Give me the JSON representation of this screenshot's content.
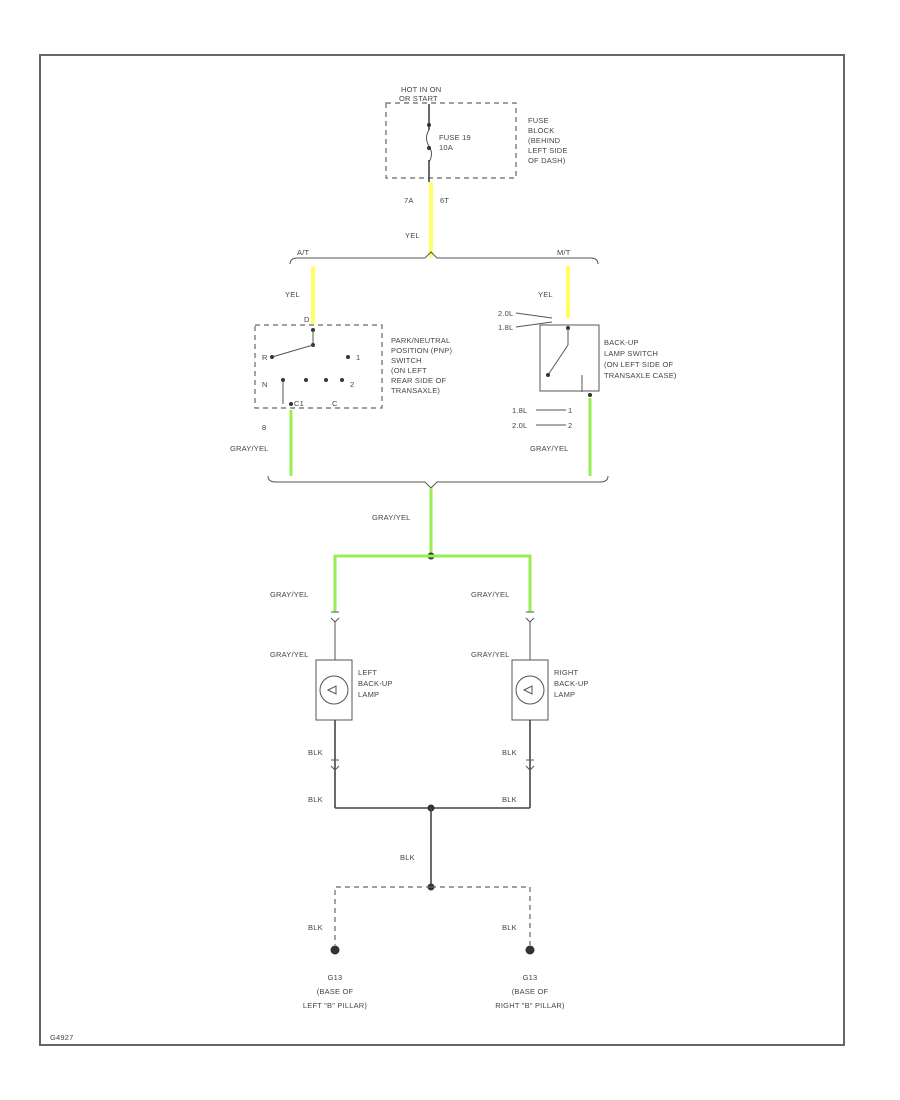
{
  "colors": {
    "yellow": "#ffff66",
    "green": "#99ee55",
    "black": "#444444",
    "frame": "#666666"
  },
  "fuse": {
    "header_line1": "HOT IN ON",
    "header_line2": "OR START",
    "fuse_line1": "FUSE 19",
    "fuse_line2": "10A",
    "desc": [
      "FUSE",
      "BLOCK",
      "(BEHIND",
      "LEFT SIDE",
      "OF DASH)"
    ],
    "pin_left": "7A",
    "pin_right": "6T"
  },
  "wires": {
    "yel_main": "YEL",
    "yel_left_split": "A/T",
    "yel_right_split": "M/T",
    "yel_left": "YEL",
    "yel_right": "YEL",
    "gray_yel_left": "GRAY/YEL",
    "gray_yel_right": "GRAY/YEL",
    "gray_yel_center": "GRAY/YEL",
    "gray_yel_lamp_left_upper": "GRAY/YEL",
    "gray_yel_lamp_right_upper": "GRAY/YEL",
    "gray_yel_lamp_left_lower": "GRAY/YEL",
    "gray_yel_lamp_right_lower": "GRAY/YEL",
    "blk_left_upper": "BLK",
    "blk_right_upper": "BLK",
    "blk_left_lower": "BLK",
    "blk_right_lower": "BLK",
    "blk_center": "BLK",
    "blk_ground_left": "BLK",
    "blk_ground_right": "BLK"
  },
  "pnp_switch": {
    "desc": [
      "PARK/NEUTRAL",
      "POSITION (PNP)",
      "SWITCH",
      "(ON LEFT",
      "REAR SIDE OF",
      "TRANSAXLE)"
    ],
    "pin_top": "D",
    "pin_r": "R",
    "pin_1": "1",
    "pin_n": "N",
    "pin_2": "2",
    "pin_bottom": "C1",
    "pin_8": "8"
  },
  "backup_switch": {
    "desc": [
      "BACK-UP",
      "LAMP SWITCH",
      "(ON LEFT SIDE OF",
      "TRANSAXLE CASE)"
    ],
    "label_20l": "2.0L",
    "label_18l": "1.8L",
    "label_18l_b": "1.8L",
    "label_20l_b": "2.0L",
    "pin_a": "1",
    "pin_b": "2"
  },
  "lamps": {
    "left": [
      "LEFT",
      "BACK-UP",
      "LAMP"
    ],
    "right": [
      "RIGHT",
      "BACK-UP",
      "LAMP"
    ]
  },
  "grounds": {
    "left": [
      "G13",
      "(BASE OF",
      "LEFT \"B\" PILLAR)"
    ],
    "right": [
      "G13",
      "(BASE OF",
      "RIGHT \"B\" PILLAR)"
    ]
  },
  "footer_code": "G4927"
}
